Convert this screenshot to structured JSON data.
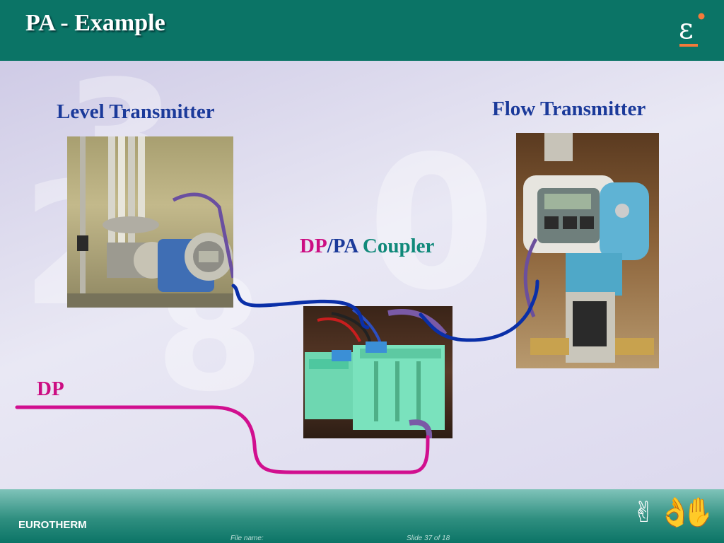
{
  "header": {
    "title": "PA - Example"
  },
  "labels": {
    "level": "Level Transmitter",
    "flow": "Flow Transmitter",
    "coupler_dp": "DP",
    "coupler_slash": "/",
    "coupler_pa": "PA",
    "coupler_word": "Coupler",
    "dp": "DP"
  },
  "footer": {
    "brand": "EUROTHERM",
    "file_name": "File name:",
    "slide": "Slide 37 of 18"
  },
  "colors": {
    "header": "#0b7466",
    "label_blue": "#1b3a9a",
    "label_magenta": "#cc0d82",
    "label_teal": "#10897a",
    "pa_wire": "#0a2fa8",
    "dp_wire": "#d10f8f"
  }
}
